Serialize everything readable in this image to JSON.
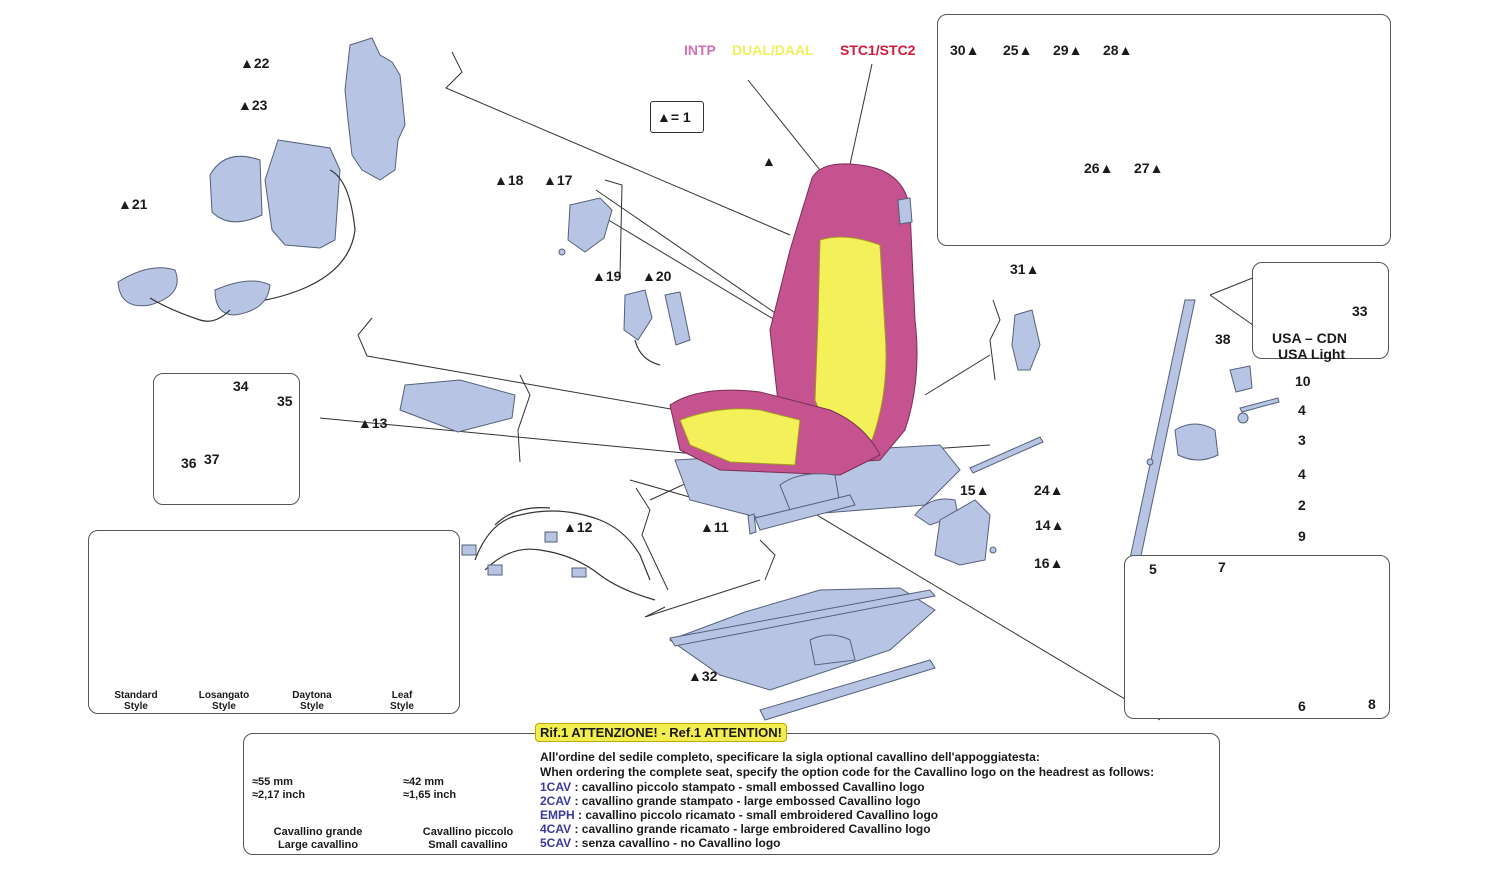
{
  "legend": {
    "intp": "INTP",
    "dual": "DUAL/DAAL",
    "stc": "STC1/STC2",
    "colors": {
      "intp": "#d46fb2",
      "dual": "#f1ef5a",
      "stc": "#d6193b"
    },
    "qty_box": "▲= 1"
  },
  "part_colors": {
    "part": "#b7c4e3",
    "outline": "#55607a",
    "seat_pink": "#c4538f",
    "seat_yellow": "#f3f05a"
  },
  "labels": {
    "p22": "▲22",
    "p23": "▲23",
    "p21": "▲21",
    "p18": "▲18",
    "p17": "▲17",
    "p19": "▲19",
    "p20": "▲20",
    "p13": "▲13",
    "p12": "▲12",
    "p11": "▲11",
    "p32": "▲32",
    "p15": "15▲",
    "p24": "24▲",
    "p14": "14▲",
    "p16": "16▲",
    "p31": "31▲",
    "seat": "▲",
    "p30": "30▲",
    "p25": "25▲",
    "p29": "29▲",
    "p28": "28▲",
    "p26": "26▲",
    "p27": "27▲",
    "p34": "34",
    "p35": "35",
    "p36": "36",
    "p37": "37",
    "p33": "33",
    "p38": "38",
    "p10": "10",
    "p4a": "4",
    "p3": "3",
    "p4b": "4",
    "p2": "2",
    "p9": "9",
    "p5": "5",
    "p7": "7",
    "p6": "6",
    "p8": "8"
  },
  "usa": {
    "line1": "USA – CDN",
    "line2": "USA Light"
  },
  "trims": [
    {
      "line1": "Standard",
      "line2": "Style"
    },
    {
      "line1": "Losangato",
      "line2": "Style"
    },
    {
      "line1": "Daytona",
      "line2": "Style"
    },
    {
      "line1": "Leaf",
      "line2": "Style"
    }
  ],
  "note": {
    "title": "Rif.1 ATTENZIONE! - Ref.1 ATTENTION!",
    "it": "All'ordine del sedile completo, specificare la sigla optional cavallino dell'appoggiatesta:",
    "en": "When ordering the complete seat, specify the option code for the Cavallino logo on the headrest as follows:",
    "codes": [
      {
        "code": "1CAV",
        "text": ": cavallino piccolo stampato - small embossed Cavallino logo"
      },
      {
        "code": "2CAV",
        "text": ": cavallino grande stampato - large embossed Cavallino logo"
      },
      {
        "code": "EMPH",
        "text": ": cavallino piccolo ricamato - small embroidered Cavallino logo"
      },
      {
        "code": "4CAV",
        "text": ": cavallino grande ricamato - large embroidered Cavallino logo"
      },
      {
        "code": "5CAV",
        "text": ": senza cavallino - no Cavallino logo"
      }
    ],
    "large": {
      "mm": "≈55 mm",
      "inch": "≈2,17 inch",
      "cap1": "Cavallino grande",
      "cap2": "Large cavallino"
    },
    "small": {
      "mm": "≈42 mm",
      "inch": "≈1,65 inch",
      "cap1": "Cavallino piccolo",
      "cap2": "Small cavallino"
    }
  }
}
